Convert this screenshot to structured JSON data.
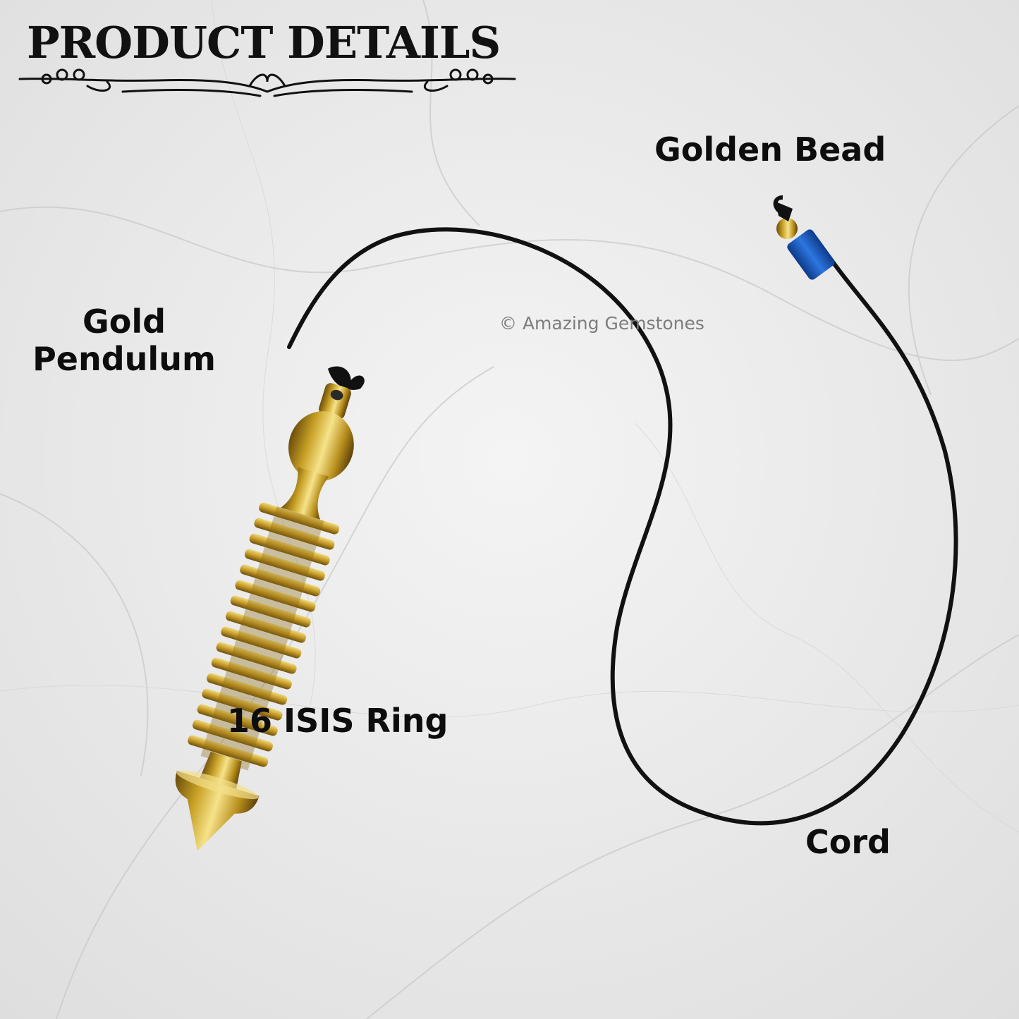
{
  "header": {
    "title": "PRODUCT DETAILS"
  },
  "labels": {
    "golden_bead": "Golden Bead",
    "pendulum_line1": "Gold",
    "pendulum_line2": "Pendulum",
    "rings": "16 ISIS Ring",
    "cord": "Cord"
  },
  "watermark": "© Amazing Gemstones",
  "colors": {
    "text": "#0d0d0d",
    "brass": "#c9a227",
    "brass_dark": "#7a5a10",
    "cord": "#111111",
    "bead_tube": "#1f5fc4",
    "marble": "#ededed"
  },
  "icons": {
    "flourish": "ornamental-divider-icon"
  }
}
